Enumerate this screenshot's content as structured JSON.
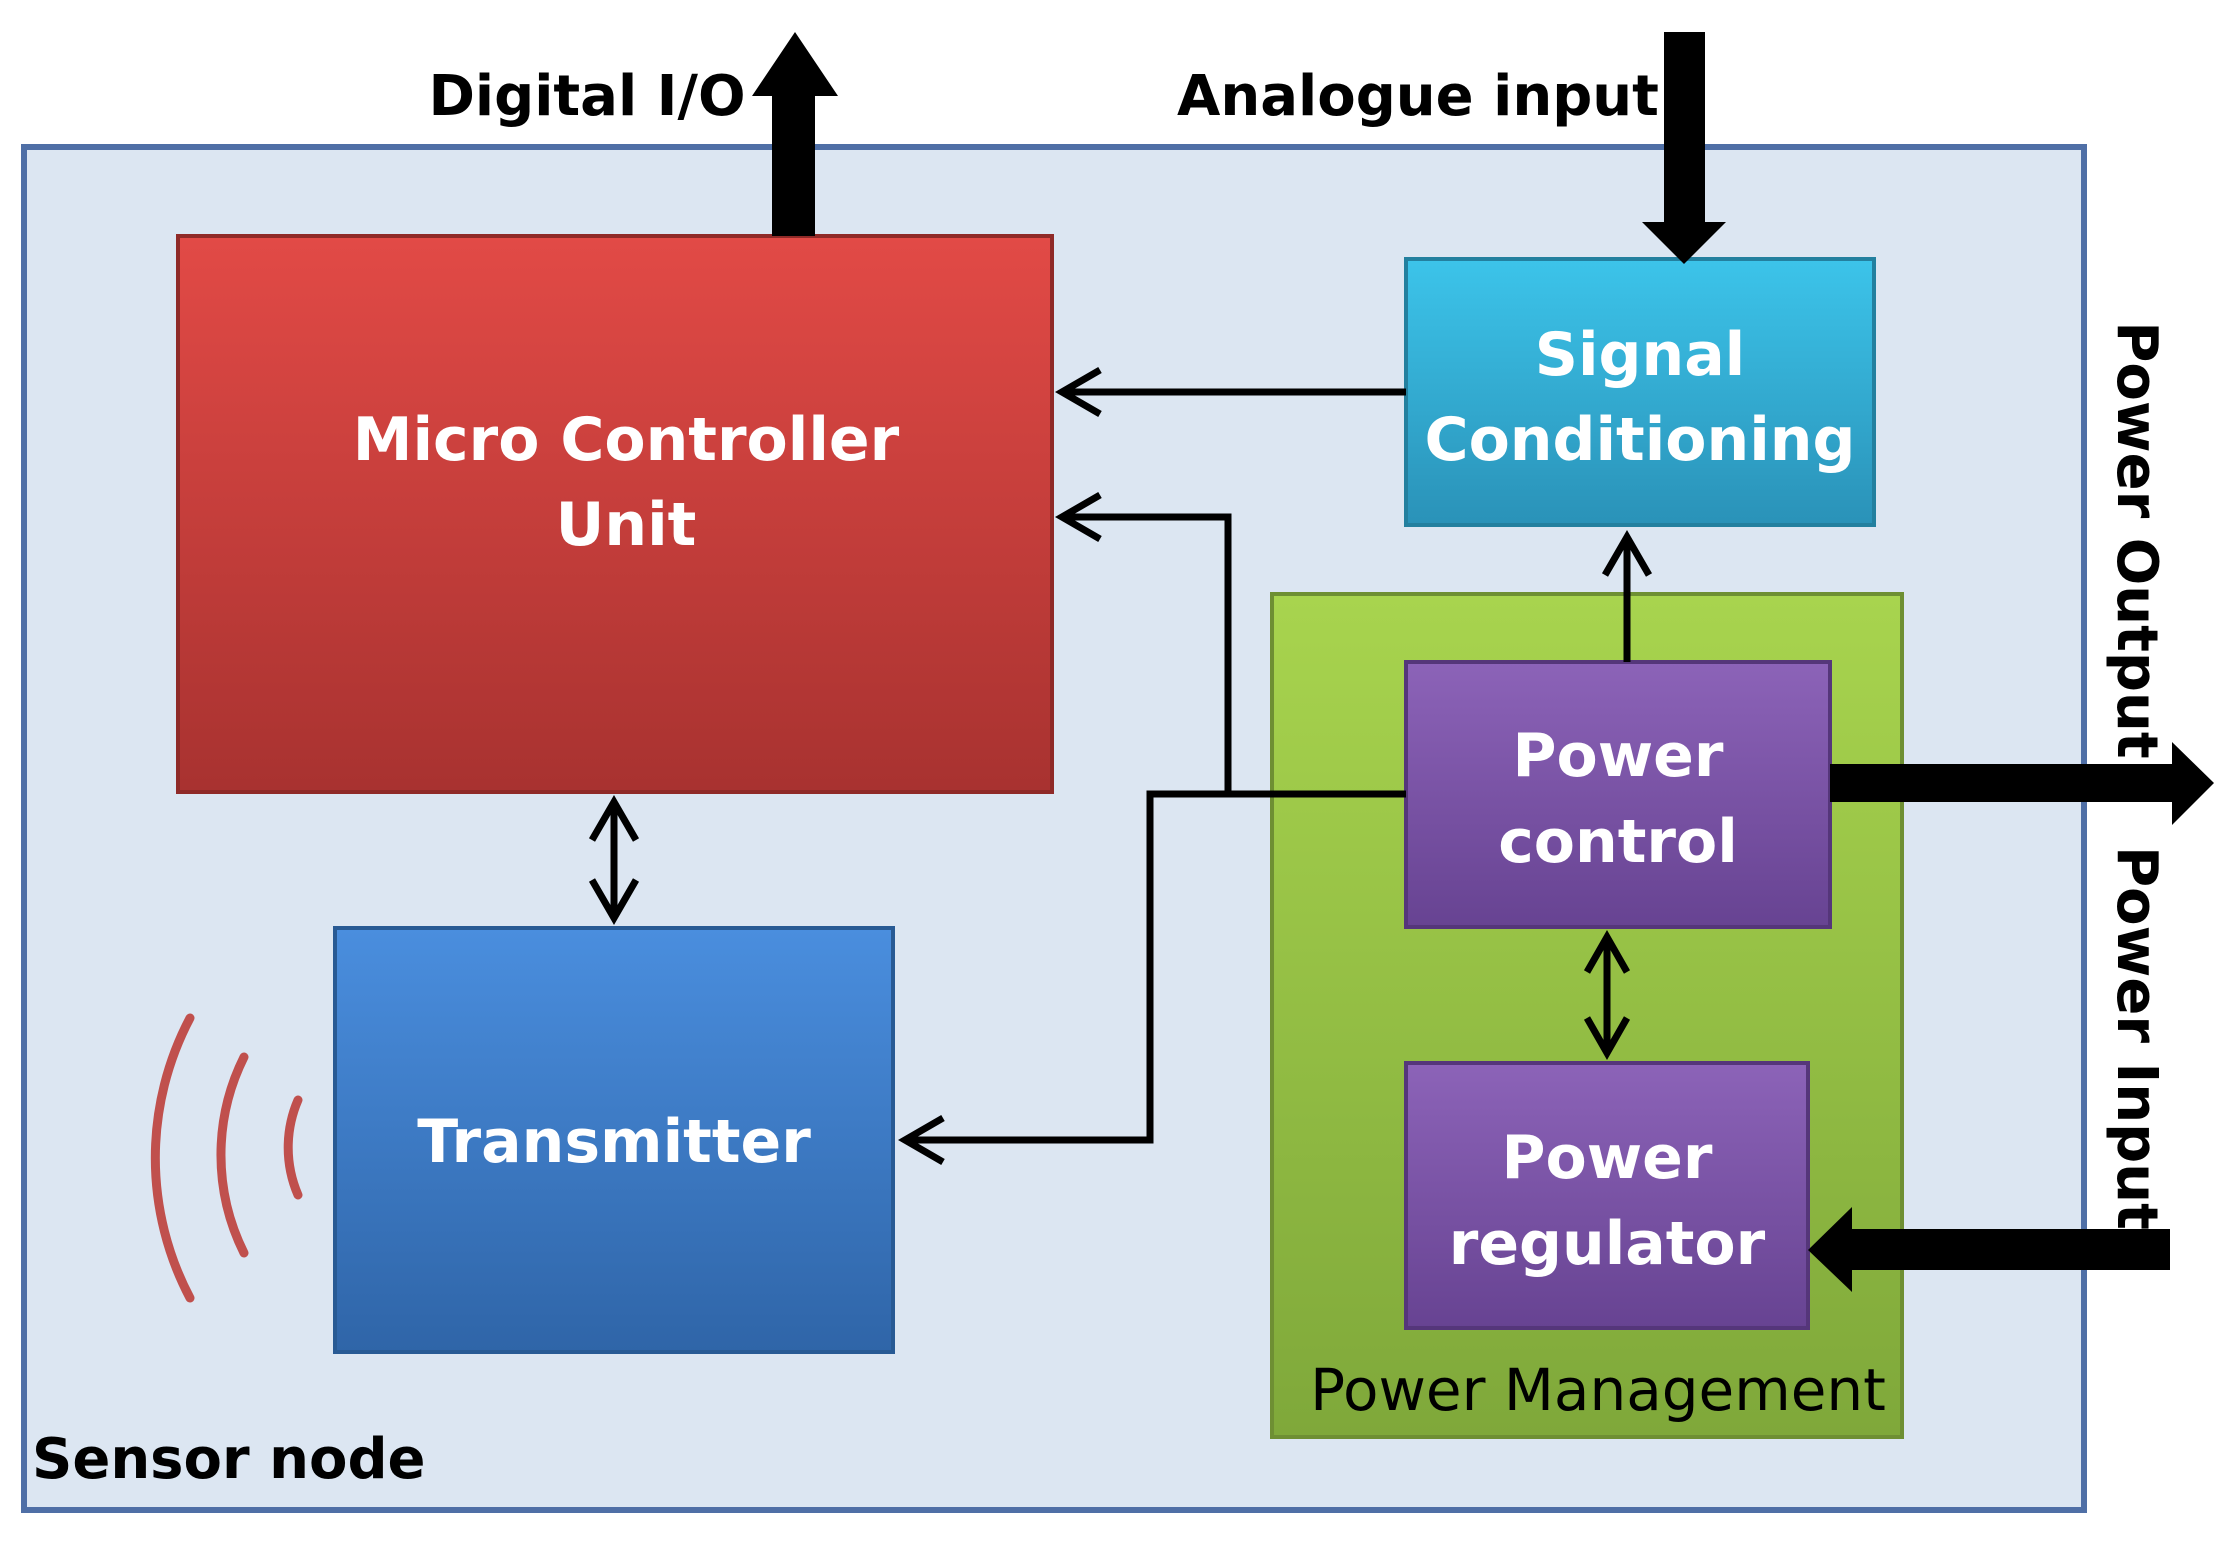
{
  "labels": {
    "digital_io": "Digital I/O",
    "analogue_input": "Analogue input",
    "power_output": "Power Output",
    "power_input": "Power Input",
    "sensor_node": "Sensor node",
    "power_management": "Power Management"
  },
  "blocks": {
    "mcu": {
      "line1": "Micro Controller",
      "line2": "Unit"
    },
    "signal_conditioning": {
      "line1": "Signal",
      "line2": "Conditioning"
    },
    "transmitter": {
      "line1": "Transmitter"
    },
    "power_control": {
      "line1": "Power",
      "line2": "control"
    },
    "power_regulator": {
      "line1": "Power",
      "line2": "regulator"
    }
  },
  "colors": {
    "sensor_node_bg": "#dce6f2",
    "sensor_node_border": "#4f6fa6",
    "mcu": "#d44a45",
    "signal_conditioning": "#35b4d9",
    "transmitter": "#3f7fce",
    "power_management": "#98c645",
    "power_block": "#7e55a6",
    "wireless": "#c0504d",
    "arrow": "#000000"
  }
}
